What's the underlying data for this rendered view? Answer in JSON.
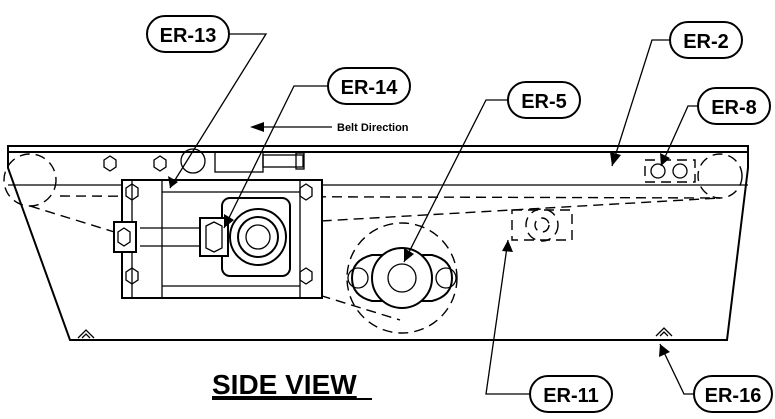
{
  "callouts": {
    "er13": "ER-13",
    "er14": "ER-14",
    "er5": "ER-5",
    "er2": "ER-2",
    "er8": "ER-8",
    "er11": "ER-11",
    "er16": "ER-16"
  },
  "belt_direction": "Belt Direction",
  "view_title": "SIDE VIEW"
}
